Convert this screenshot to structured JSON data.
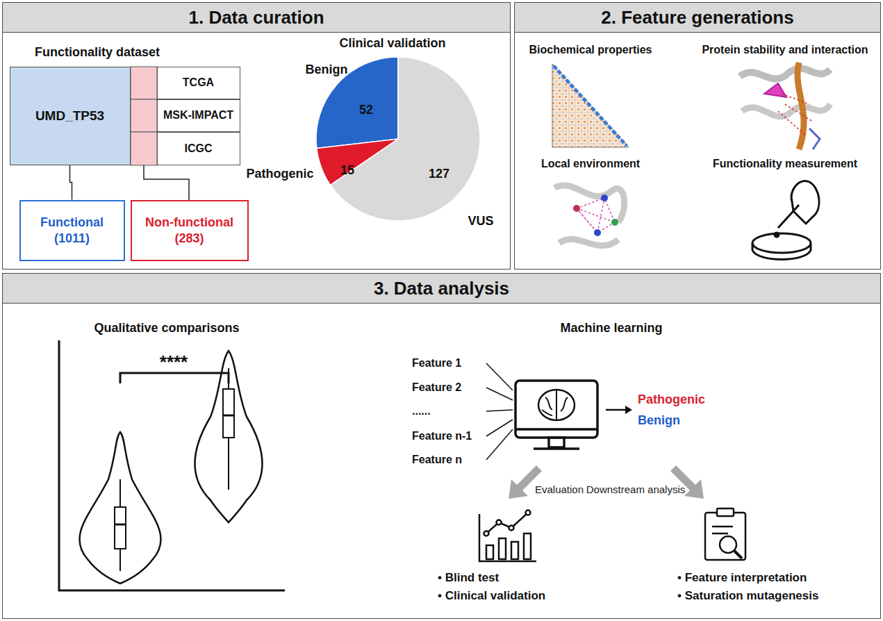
{
  "diagram": {
    "nodes": [
      {
        "text": [
          "1. Data curation"
        ]
      },
      {
        "text": [
          "UMD_TP53"
        ],
        "in": 0
      },
      {
        "text": [
          "TCGA"
        ],
        "in": 0
      },
      {
        "text": [
          "MSK-IMPACT"
        ],
        "in": 0
      },
      {
        "text": [
          "ICGC"
        ],
        "in": 0
      },
      {
        "text": [
          "Functional (1011)"
        ],
        "in": 0
      },
      {
        "text": [
          "Non-functional (283)"
        ],
        "in": 0
      },
      {
        "text": [
          "2. Feature generations"
        ]
      },
      {
        "text": [
          "3. Data analysis"
        ]
      }
    ],
    "edges": [
      {
        "from": 1,
        "to": 5,
        "arrow": "none"
      }
    ],
    "labels": [
      "Functionality dataset",
      "Clinical validation",
      "Benign",
      "52",
      "Pathogenic",
      "15",
      "127",
      "VUS",
      "Biochemical properties",
      "Protein stability and interaction",
      "Local environment",
      "Functionality measurement",
      "Qualitative comparisons",
      "****",
      "Machine learning",
      "Feature 1",
      "Feature 2",
      "......",
      "Feature n-1",
      "Feature n",
      "Pathogenic",
      "Benign",
      "Evaluation",
      "Downstream analysis",
      "• Blind test",
      "• Clinical validation",
      "• Feature interpretation",
      "• Saturation mutagenesis"
    ]
  }
}
